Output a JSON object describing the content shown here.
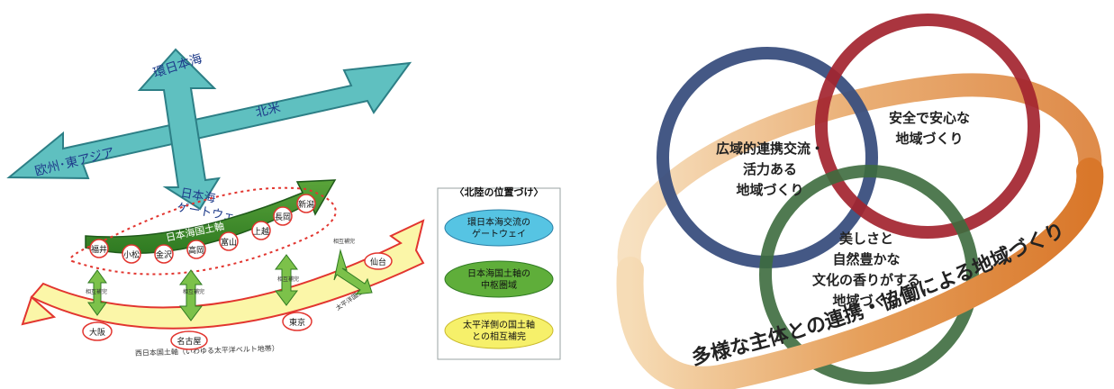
{
  "left_map": {
    "arrows": {
      "north": "環日本海",
      "east": "北米",
      "west": "欧州･東アジア",
      "gateway_line1": "日本海",
      "gateway_line2": "ゲートウェイ"
    },
    "axis_label": "日本海国土軸",
    "cities_green": [
      "福井",
      "小松",
      "金沢",
      "高岡",
      "富山",
      "上越",
      "長岡",
      "新潟"
    ],
    "cities_yellow": [
      "大阪",
      "名古屋",
      "東京",
      "仙台"
    ],
    "belt_label": "西日本国土軸（いわゆる太平洋ベルト地帯）",
    "pacific_axis_label": "太平洋国土軸",
    "link_label": "相互補完"
  },
  "legend": {
    "title": "〈北陸の位置づけ〉",
    "items": [
      {
        "line1": "環日本海交流の",
        "line2": "ゲートウェイ",
        "color": "#56c4e3"
      },
      {
        "line1": "日本海国土軸の",
        "line2": "中枢圏域",
        "color": "#5fae3a"
      },
      {
        "line1": "太平洋側の国土軸",
        "line2": "との相互補完",
        "color": "#f6f06a"
      }
    ]
  },
  "venn": {
    "circle_left": {
      "lines": [
        "広域的連携交流・",
        "活力ある",
        "地域づくり"
      ],
      "color": "#3a4f7e"
    },
    "circle_right": {
      "lines": [
        "安全で安心な",
        "地域づくり"
      ],
      "color": "#a3242f"
    },
    "circle_bottom": {
      "lines": [
        "美しさと",
        "自然豊かな",
        "文化の香りがする",
        "地域づくり"
      ],
      "color": "#3d6b3e"
    },
    "ring_text": "多様な主体との連携・協働による地域づくり",
    "ring_color": "#e08a3c"
  }
}
